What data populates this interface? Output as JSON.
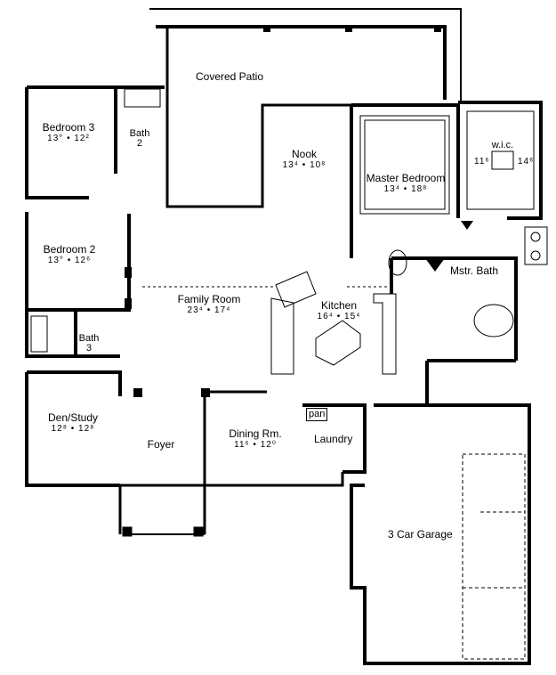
{
  "rooms": {
    "covered_patio": {
      "name": "Covered Patio"
    },
    "bedroom3": {
      "name": "Bedroom 3",
      "dim": "13° • 12²"
    },
    "bath2": {
      "name": "Bath",
      "num": "2"
    },
    "nook": {
      "name": "Nook",
      "dim": "13⁴ • 10⁸"
    },
    "master_bedroom": {
      "name": "Master Bedroom",
      "dim": "13⁴ • 18⁸"
    },
    "wic": {
      "name": "w.i.c.",
      "dim_left": "11⁶",
      "dim_right": "14⁶"
    },
    "bedroom2": {
      "name": "Bedroom 2",
      "dim": "13° • 12⁶"
    },
    "family_room": {
      "name": "Family Room",
      "dim": "23⁴ • 17⁴"
    },
    "kitchen": {
      "name": "Kitchen",
      "dim": "16⁴ • 15⁴"
    },
    "mstr_bath": {
      "name": "Mstr. Bath"
    },
    "bath3": {
      "name": "Bath",
      "num": "3"
    },
    "den_study": {
      "name": "Den/Study",
      "dim": "12⁸ • 12⁸"
    },
    "foyer": {
      "name": "Foyer"
    },
    "dining": {
      "name": "Dining Rm.",
      "dim": "11⁶ • 12⁰"
    },
    "pan": {
      "name": "pan"
    },
    "laundry": {
      "name": "Laundry"
    },
    "garage": {
      "name": "3 Car Garage"
    }
  }
}
